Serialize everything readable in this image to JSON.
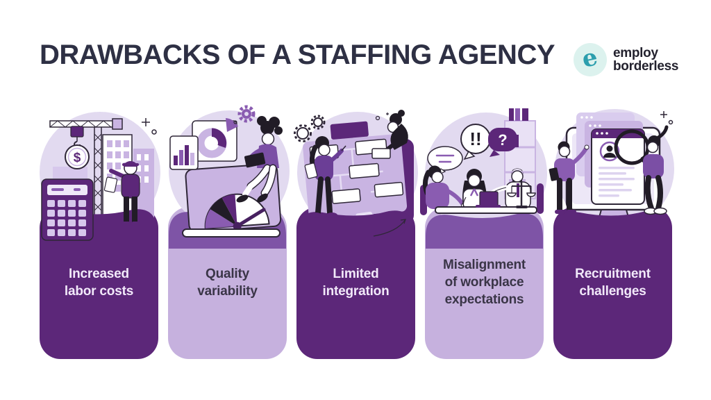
{
  "header": {
    "title": "DRAWBACKS OF A STAFFING AGENCY",
    "logo": {
      "mark": "e",
      "line1": "employ",
      "line2": "borderless",
      "teal": "#2b9ead",
      "circle_bg": "#dcf2ee"
    }
  },
  "colors": {
    "dark_card": "#5c2779",
    "light_card": "#c6b1de",
    "mid_purple": "#7e54a6",
    "blob": "#e2daf0",
    "title_text": "#2e3044",
    "dark_card_text": "#f2e9fa",
    "light_card_text": "#3a3547"
  },
  "cards": [
    {
      "id": "increased-labor-costs",
      "label": "Increased labor costs",
      "lines": [
        "Increased",
        "labor costs"
      ],
      "theme": "dark",
      "illustration": "crane-lifting-coin-calculator-city",
      "coin_symbol": "$"
    },
    {
      "id": "quality-variability",
      "label": "Quality variability",
      "lines": [
        "Quality",
        "variability"
      ],
      "theme": "light",
      "illustration": "speedometer-laptop-analytics-woman"
    },
    {
      "id": "limited-integration",
      "label": "Limited integration",
      "lines": [
        "Limited",
        "integration"
      ],
      "theme": "dark",
      "illustration": "flowchart-board-team-blocks"
    },
    {
      "id": "misalignment-of-workplace-expectations",
      "label": "Misalignment of workplace expectations",
      "lines": [
        "Misalignment",
        "of workplace",
        "expectations"
      ],
      "theme": "light",
      "illustration": "meeting-disagreement-speech-bubbles",
      "bubble_exclaim": "!!",
      "bubble_question": "?"
    },
    {
      "id": "recruitment-challenges",
      "label": "Recruitment challenges",
      "lines": [
        "Recruitment",
        "challenges"
      ],
      "theme": "dark",
      "illustration": "resume-screening-magnifier-monitor"
    }
  ]
}
